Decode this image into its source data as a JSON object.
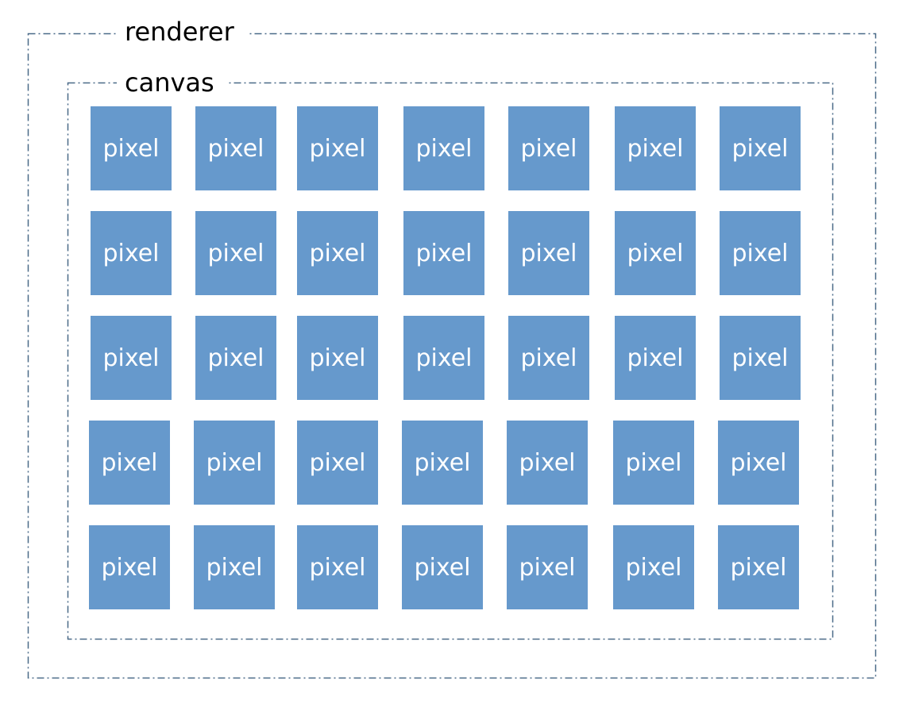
{
  "renderer": {
    "label": "renderer"
  },
  "canvas": {
    "label": "canvas"
  },
  "grid": {
    "rows": 5,
    "cols": 7,
    "cell_label": "pixel"
  },
  "colors": {
    "frame_border": "#4a6a88",
    "pixel_fill": "#6699cc",
    "pixel_text": "#ffffff"
  }
}
